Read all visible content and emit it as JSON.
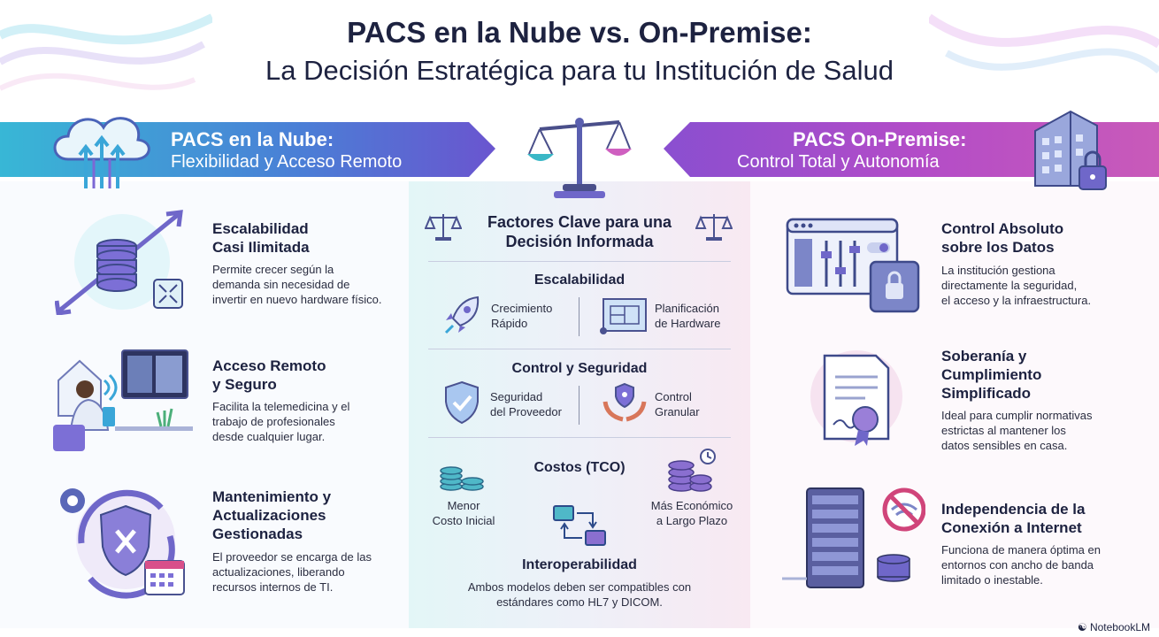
{
  "header": {
    "title": "PACS en la Nube vs. On-Premise:",
    "subtitle": "La Decisión Estratégica para tu Institución de Salud"
  },
  "left_banner": {
    "title": "PACS en la Nube:",
    "subtitle": "Flexibilidad y Acceso Remoto"
  },
  "right_banner": {
    "title": "PACS On-Premise:",
    "subtitle": "Control Total y Autonomía"
  },
  "cloud_items": [
    {
      "title_line1": "Escalabilidad",
      "title_line2": "Casi Ilimitada",
      "title_line3": "",
      "desc_line1": "Permite crecer según la",
      "desc_line2": "demanda sin necesidad de",
      "desc_line3": "invertir en nuevo hardware físico.",
      "icon": "database-scale-icon"
    },
    {
      "title_line1": "Acceso Remoto",
      "title_line2": "y Seguro",
      "title_line3": "",
      "desc_line1": "Facilita la telemedicina y el",
      "desc_line2": "trabajo de profesionales",
      "desc_line3": "desde cualquier lugar.",
      "icon": "remote-doctor-icon"
    },
    {
      "title_line1": "Mantenimiento y",
      "title_line2": "Actualizaciones",
      "title_line3": "Gestionadas",
      "desc_line1": "El proveedor se encarga de las",
      "desc_line2": "actualizaciones, liberando",
      "desc_line3": "recursos internos de TI.",
      "icon": "maintenance-shield-icon"
    }
  ],
  "onprem_items": [
    {
      "title_line1": "Control Absoluto",
      "title_line2": "sobre los Datos",
      "title_line3": "",
      "desc_line1": "La institución gestiona",
      "desc_line2": "directamente la seguridad,",
      "desc_line3": "el acceso y la infraestructura.",
      "icon": "control-panel-lock-icon"
    },
    {
      "title_line1": "Soberanía y",
      "title_line2": "Cumplimiento",
      "title_line3": "Simplificado",
      "desc_line1": "Ideal para cumplir normativas",
      "desc_line2": "estrictas al mantener los",
      "desc_line3": "datos sensibles en casa.",
      "icon": "certificate-icon"
    },
    {
      "title_line1": "Independencia de la",
      "title_line2": "Conexión a Internet",
      "title_line3": "",
      "desc_line1": "Funciona de manera óptima en",
      "desc_line2": "entornos con ancho de banda",
      "desc_line3": "limitado o inestable.",
      "icon": "server-no-wifi-icon"
    }
  ],
  "center": {
    "heading_line1": "Factores Clave para una",
    "heading_line2": "Decisión Informada",
    "scalability": {
      "title": "Escalabilidad",
      "left_line1": "Crecimiento",
      "left_line2": "Rápido",
      "right_line1": "Planificación",
      "right_line2": "de Hardware"
    },
    "security": {
      "title": "Control y Seguridad",
      "left_line1": "Seguridad",
      "left_line2": "del Proveedor",
      "right_line1": "Control",
      "right_line2": "Granular"
    },
    "costs": {
      "title": "Costos (TCO)",
      "left_line1": "Menor",
      "left_line2": "Costo Inicial",
      "right_line1": "Más Económico",
      "right_line2": "a Largo Plazo"
    },
    "interop": {
      "title": "Interoperabilidad",
      "desc_line1": "Ambos modelos deben ser compatibles con",
      "desc_line2": "estándares como HL7 y DICOM."
    }
  },
  "footer": {
    "brand": "NotebookLM"
  },
  "colors": {
    "cloud_accent": "#3aa6d8",
    "onprem_accent": "#c04fc0",
    "navy": "#1d2240",
    "purple": "#6f67c9"
  }
}
